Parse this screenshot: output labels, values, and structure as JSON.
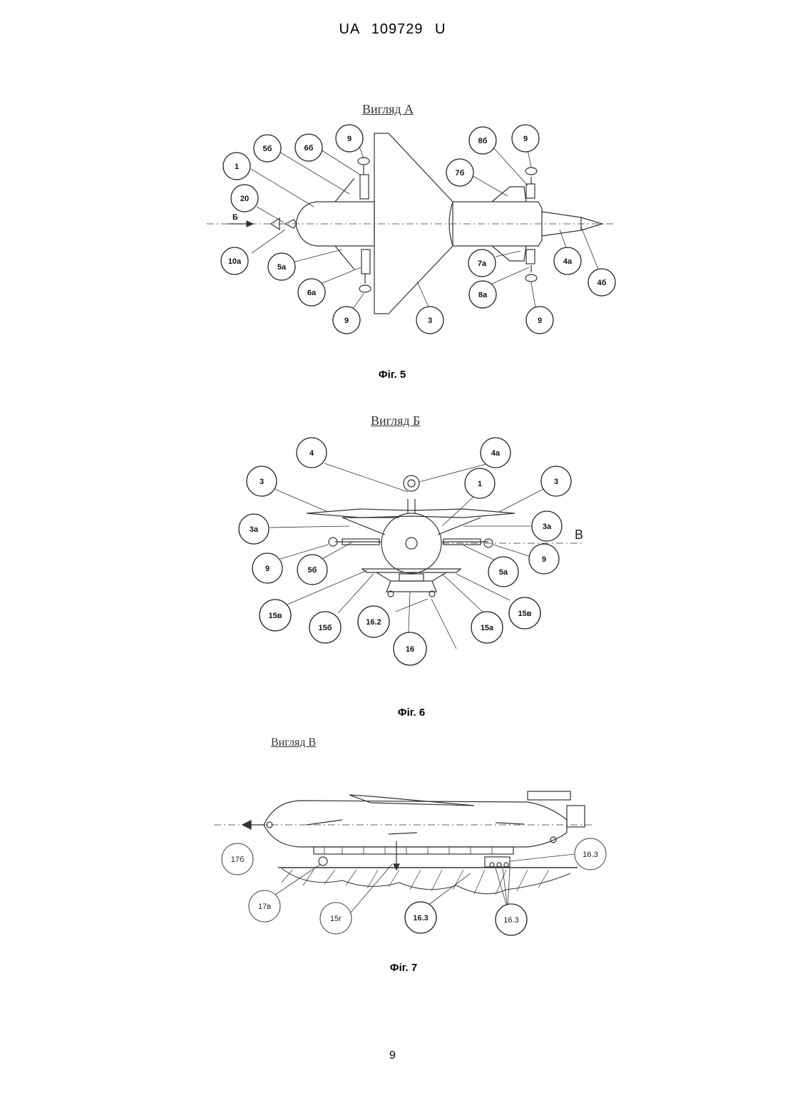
{
  "header": "UA   109729   U",
  "page_number": "9",
  "fig5": {
    "view_title": "Вигляд А",
    "caption": "Фіг. 5",
    "labels": [
      "1",
      "5б",
      "6б",
      "9",
      "20",
      "10а",
      "5а",
      "6а",
      "9",
      "3",
      "8б",
      "9",
      "7б",
      "7а",
      "8а",
      "9",
      "4а",
      "4б"
    ],
    "arrow_letter": "Б"
  },
  "fig6": {
    "view_title": "Вигляд Б",
    "caption": "Фіг. 6",
    "labels": [
      "4",
      "4а",
      "3",
      "1",
      "3",
      "3а",
      "3а",
      "9",
      "5б",
      "5а",
      "9",
      "15в",
      "15б",
      "16.2",
      "16",
      "15а",
      "15в"
    ],
    "arrow_letter": "В"
  },
  "fig7": {
    "view_title": "Вигляд В",
    "caption": "Фіг. 7",
    "labels": [
      "17б",
      "17в",
      "15г",
      "16.3",
      "16.3",
      "16.3"
    ]
  }
}
